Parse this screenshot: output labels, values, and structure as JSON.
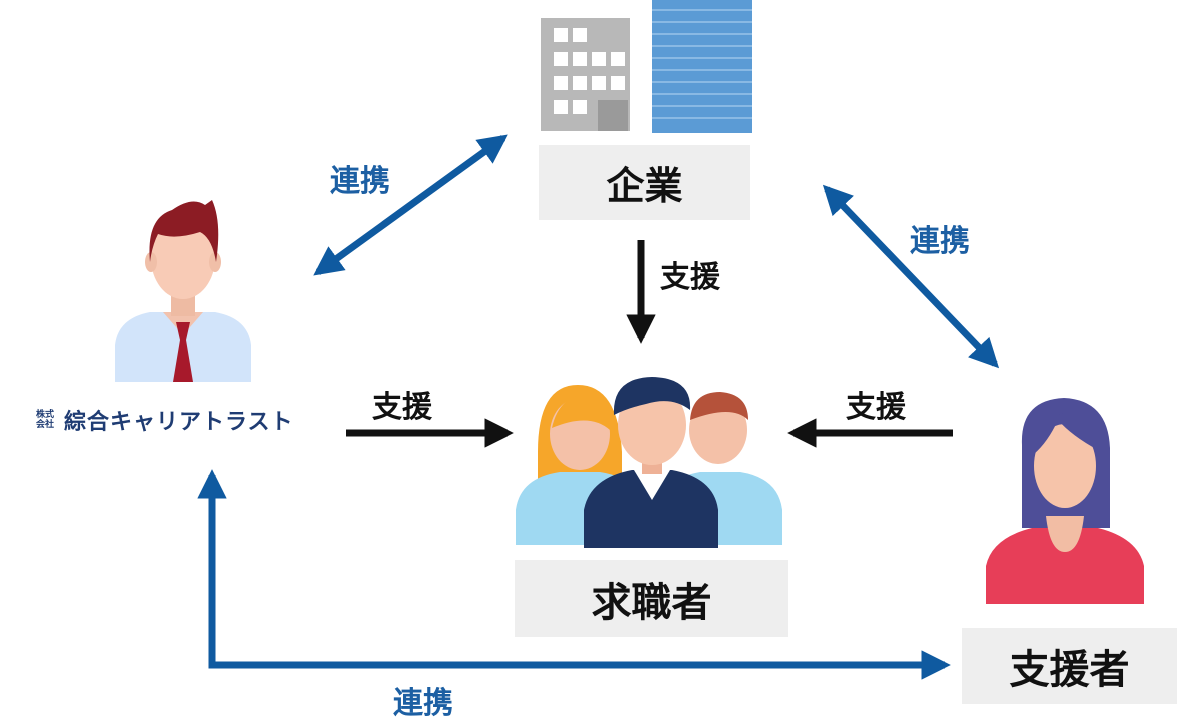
{
  "nodes": {
    "company": "企業",
    "seekers": "求職者",
    "supporter": "支援者",
    "logo_small": "株式\n会社",
    "logo_main": "綜合キャリアトラスト"
  },
  "edges": {
    "cooperation_top_left": "連携",
    "cooperation_top_right": "連携",
    "cooperation_bottom": "連携",
    "support_company": "支援",
    "support_logo": "支援",
    "support_supporter": "支援"
  },
  "colors": {
    "blue_arrow": "#0f5aa0",
    "black_arrow": "#111111",
    "label_bg": "#eeeeee"
  }
}
